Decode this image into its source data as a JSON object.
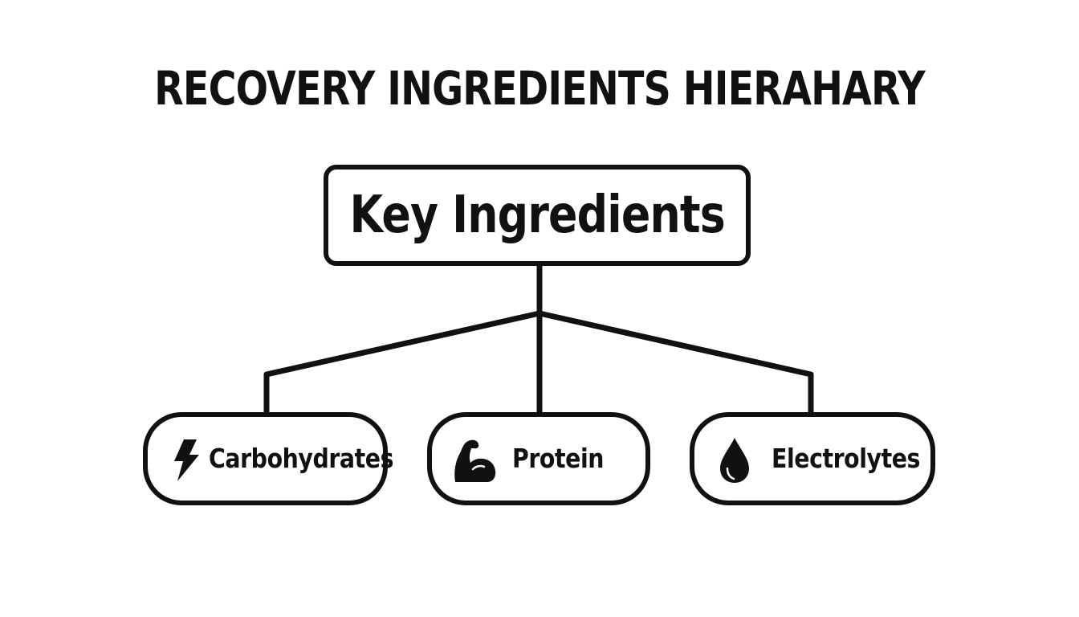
{
  "title": "RECOVERY INGREDIENTS HIERAHARY",
  "root": {
    "label": "Key Ingredients"
  },
  "children": [
    {
      "label": "Carbohydrates",
      "icon": "lightning-bolt-icon"
    },
    {
      "label": "Protein",
      "icon": "flexed-arm-icon"
    },
    {
      "label": "Electrolytes",
      "icon": "water-drop-icon"
    }
  ],
  "colors": {
    "ink": "#111111",
    "background": "#ffffff"
  }
}
